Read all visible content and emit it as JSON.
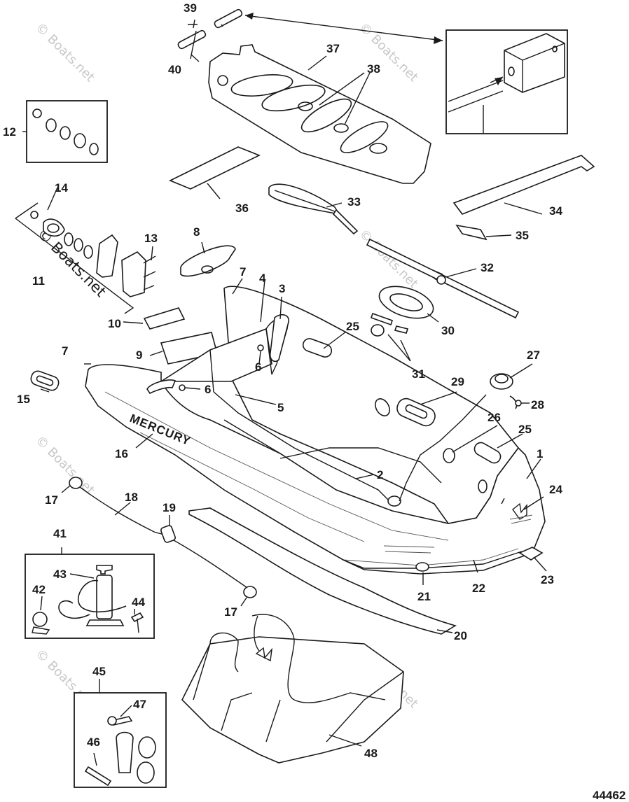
{
  "diagram": {
    "drawing_number": "44462",
    "brand_text": "MERCURY",
    "watermark": "© Boats.net",
    "callouts": {
      "c1": "1",
      "c2": "2",
      "c3": "3",
      "c4": "4",
      "c5": "5",
      "c6a": "6",
      "c6b": "6",
      "c7a": "7",
      "c7b": "7",
      "c8": "8",
      "c9": "9",
      "c10": "10",
      "c11": "11",
      "c12": "12",
      "c13": "13",
      "c14": "14",
      "c15": "15",
      "c16": "16",
      "c17a": "17",
      "c17b": "17",
      "c18": "18",
      "c19": "19",
      "c20": "20",
      "c21": "21",
      "c22": "22",
      "c23": "23",
      "c24": "24",
      "c25a": "25",
      "c25b": "25",
      "c26": "26",
      "c27": "27",
      "c28": "28",
      "c29": "29",
      "c30": "30",
      "c31": "31",
      "c32": "32",
      "c33": "33",
      "c34": "34",
      "c35": "35",
      "c36": "36",
      "c37": "37",
      "c38": "38",
      "c39": "39",
      "c40": "40",
      "c41": "41",
      "c42": "42",
      "c43": "43",
      "c44": "44",
      "c45": "45",
      "c46": "46",
      "c47": "47",
      "c48": "48"
    }
  }
}
